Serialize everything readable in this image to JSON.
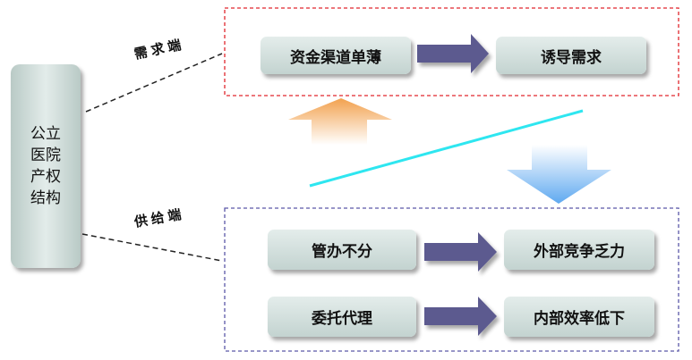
{
  "root": {
    "lines": [
      "公立",
      "医院",
      "产权",
      "结构"
    ]
  },
  "demand": {
    "label": "需求端",
    "cause": "资金渠道单薄",
    "effect": "诱导需求"
  },
  "supply": {
    "label": "供给端",
    "rows": [
      {
        "cause": "管办不分",
        "effect": "外部竞争乏力"
      },
      {
        "cause": "委托代理",
        "effect": "内部效率低下"
      }
    ]
  },
  "colors": {
    "demand_border": "#e0262d",
    "supply_border": "#5a58a8",
    "arrow_fill": "#5c5a8f",
    "divider_line": "#2ee6f0",
    "up_arrow_top": "#f2a85a",
    "down_arrow_bottom": "#6fb4f2"
  }
}
